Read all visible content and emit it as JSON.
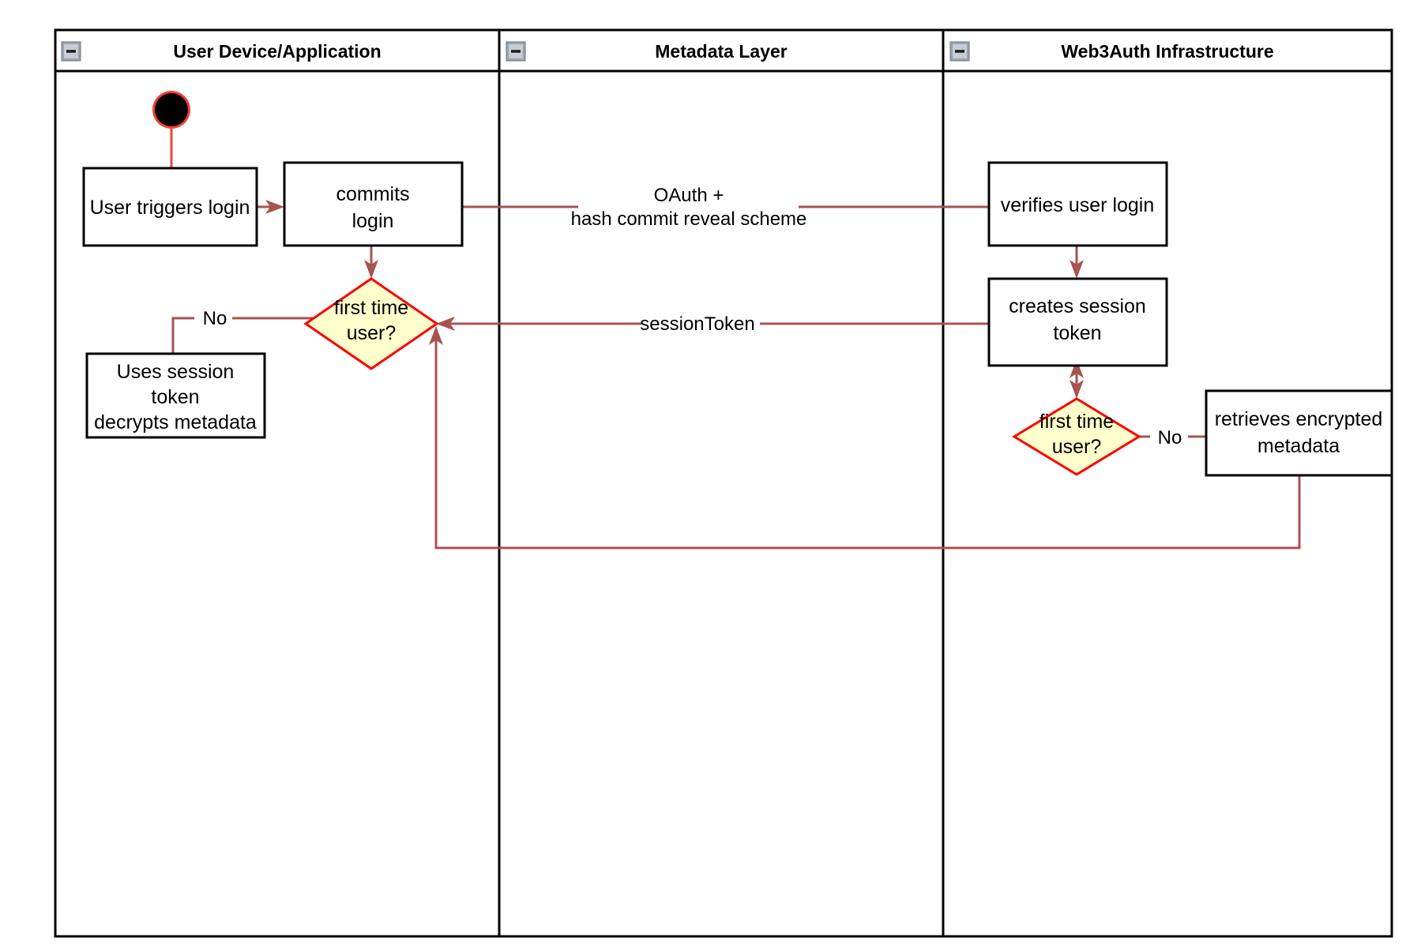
{
  "diagram": {
    "type": "swimlane-activity-diagram",
    "title": "Web3Auth login flow",
    "background": "#ffffff",
    "colors": {
      "lane_border": "#000000",
      "node_border": "#000000",
      "node_fill": "#ffffff",
      "decision_fill": "#ffffcc",
      "decision_border": "#ff0000",
      "flow_line": "#a65450",
      "start_node_ring": "#ff3b30",
      "start_node_fill": "#000000",
      "collapse_icon_fill": "#c8ccd4"
    }
  },
  "lanes": [
    {
      "id": "lane-user-device",
      "title": "User Device/Application",
      "collapse_icon": "collapse-minus-icon"
    },
    {
      "id": "lane-metadata",
      "title": "Metadata Layer",
      "collapse_icon": "collapse-minus-icon"
    },
    {
      "id": "lane-web3auth",
      "title": "Web3Auth Infrastructure",
      "collapse_icon": "collapse-minus-icon"
    }
  ],
  "nodes": [
    {
      "id": "start",
      "type": "start",
      "lane": "lane-user-device",
      "label": ""
    },
    {
      "id": "user-triggers-login",
      "type": "action",
      "lane": "lane-user-device",
      "lines": [
        "User triggers login"
      ]
    },
    {
      "id": "commits-login",
      "type": "action",
      "lane": "lane-user-device",
      "lines": [
        "commits",
        "login"
      ]
    },
    {
      "id": "first-time-user-client",
      "type": "decision",
      "lane": "lane-user-device",
      "lines": [
        "first time",
        "user?"
      ]
    },
    {
      "id": "uses-session-token",
      "type": "action",
      "lane": "lane-user-device",
      "lines": [
        "Uses session",
        "token",
        "decrypts metadata"
      ]
    },
    {
      "id": "verifies-user-login",
      "type": "action",
      "lane": "lane-web3auth",
      "lines": [
        "verifies user login"
      ]
    },
    {
      "id": "creates-session-token",
      "type": "action",
      "lane": "lane-web3auth",
      "lines": [
        "creates session",
        "token"
      ]
    },
    {
      "id": "first-time-user-server",
      "type": "decision",
      "lane": "lane-web3auth",
      "lines": [
        "first time",
        "user?"
      ]
    },
    {
      "id": "retrieves-encrypted-metadata",
      "type": "action",
      "lane": "lane-web3auth",
      "lines": [
        "retrieves encrypted",
        "metadata"
      ]
    }
  ],
  "edges": [
    {
      "id": "edge-start-to-trigger",
      "from": "start",
      "to": "user-triggers-login",
      "label": ""
    },
    {
      "id": "edge-trigger-to-commits",
      "from": "user-triggers-login",
      "to": "commits-login",
      "label": ""
    },
    {
      "id": "edge-commits-to-verifies",
      "from": "commits-login",
      "to": "verifies-user-login",
      "label_lines": [
        "OAuth +",
        "hash commit reveal scheme"
      ]
    },
    {
      "id": "edge-commits-to-decision",
      "from": "commits-login",
      "to": "first-time-user-client",
      "label": ""
    },
    {
      "id": "edge-decision-no-to-uses",
      "from": "first-time-user-client",
      "to": "uses-session-token",
      "label": "No"
    },
    {
      "id": "edge-verifies-to-creates",
      "from": "verifies-user-login",
      "to": "creates-session-token",
      "label": ""
    },
    {
      "id": "edge-creates-to-decision",
      "from": "creates-session-token",
      "to": "first-time-user-server",
      "label": "",
      "double_headed": true
    },
    {
      "id": "edge-creates-to-client-decision",
      "from": "creates-session-token",
      "to": "first-time-user-client",
      "label": "sessionToken"
    },
    {
      "id": "edge-server-decision-no-to-retrieves",
      "from": "first-time-user-server",
      "to": "retrieves-encrypted-metadata",
      "label": "No"
    },
    {
      "id": "edge-retrieves-to-client-decision",
      "from": "retrieves-encrypted-metadata",
      "to": "first-time-user-client",
      "label": ""
    }
  ],
  "edge_labels": {
    "oauth_line1": "OAuth +",
    "oauth_line2": "hash commit reveal scheme",
    "session_token": "sessionToken",
    "no_client": "No",
    "no_server": "No"
  },
  "node_text": {
    "user_triggers_login": "User triggers login",
    "commits_l1": "commits",
    "commits_l2": "login",
    "first_time_client_l1": "first time",
    "first_time_client_l2": "user?",
    "uses_l1": "Uses session",
    "uses_l2": "token",
    "uses_l3": "decrypts metadata",
    "verifies_user_login": "verifies user login",
    "creates_l1": "creates session",
    "creates_l2": "token",
    "first_time_server_l1": "first time",
    "first_time_server_l2": "user?",
    "retrieves_l1": "retrieves encrypted",
    "retrieves_l2": "metadata"
  }
}
